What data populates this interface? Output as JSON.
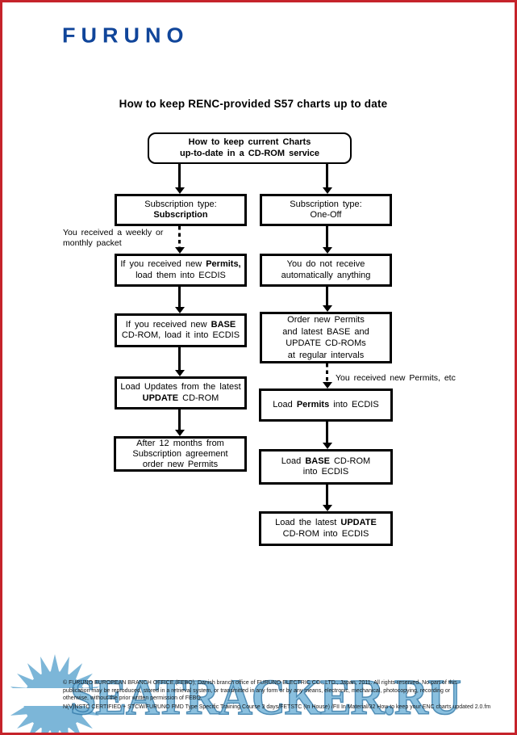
{
  "header": {
    "logo": "FURUNO",
    "title": "How to keep RENC-provided S57 charts up to date"
  },
  "flowchart": {
    "root": {
      "l1": "How to keep current Charts",
      "l2": "up-to-date in a CD-ROM service"
    },
    "left_branch": {
      "type_box": {
        "l1": "Subscription type:",
        "l2": "Subscription"
      },
      "note": {
        "l1": "You received a weekly or",
        "l2": "monthly packet"
      },
      "permits_box": {
        "a": "If you received new",
        "b": "Permits,",
        "l2": "load them into ECDIS"
      },
      "base_box": {
        "a": "If you received new",
        "b": "BASE",
        "l2": "CD-ROM, load it into ECDIS"
      },
      "update_box": {
        "l1": "Load Updates from the latest",
        "b": "UPDATE",
        "c": "CD-ROM"
      },
      "renew_box": {
        "l1": "After 12 months from",
        "l2": "Subscription agreement",
        "l3": "order new Permits"
      }
    },
    "right_branch": {
      "type_box": {
        "l1": "Subscription type:",
        "l2": "One-Off"
      },
      "receive_box": {
        "l1": "You do not receive",
        "l2": "automatically anything"
      },
      "order_box": {
        "l1": "Order new Permits",
        "l2": "and latest BASE and",
        "l3": "UPDATE CD-ROMs",
        "l4": "at regular intervals"
      },
      "note": "You received new Permits, etc",
      "load_permits_box": {
        "a": "Load",
        "b": "Permits",
        "c": "into ECDIS"
      },
      "load_base_box": {
        "a": "Load",
        "b": "BASE",
        "c": "CD-ROM",
        "l2": "into ECDIS"
      },
      "load_update_box": {
        "a": "Load the latest",
        "b": "UPDATE",
        "l2": "CD-ROM into ECDIS"
      }
    }
  },
  "footer": {
    "copyright": "© FURUNO EUROPEAN BRANCH OFFICE (FEBO), Danish branch office of FURUNO ELECTRIC CO., LTD., Japan, 2011. All rights reserved. No part of this publication may be reproduced, stored in a retrieval system, or transmitted in any form or by any means, electronic, mechanical, photocopying, recording or otherwise, without the prior written permission of FEBO.",
    "doc_ref": "N(V)NSTC CERTIFIED + STCW/FURUNO FMD Type Specific Training Course 3 days/FETSTC (In House) /FII In Material/32 How to keep your ENC charts updated 2.0.fm"
  },
  "watermark": {
    "text": "SEATRACKER.RU"
  },
  "colors": {
    "page_border": "#c5232b",
    "logo_blue": "#10459a",
    "watermark_fill": "#7ab8db",
    "watermark_outline": "#3b80ae",
    "box_border": "#000000"
  }
}
